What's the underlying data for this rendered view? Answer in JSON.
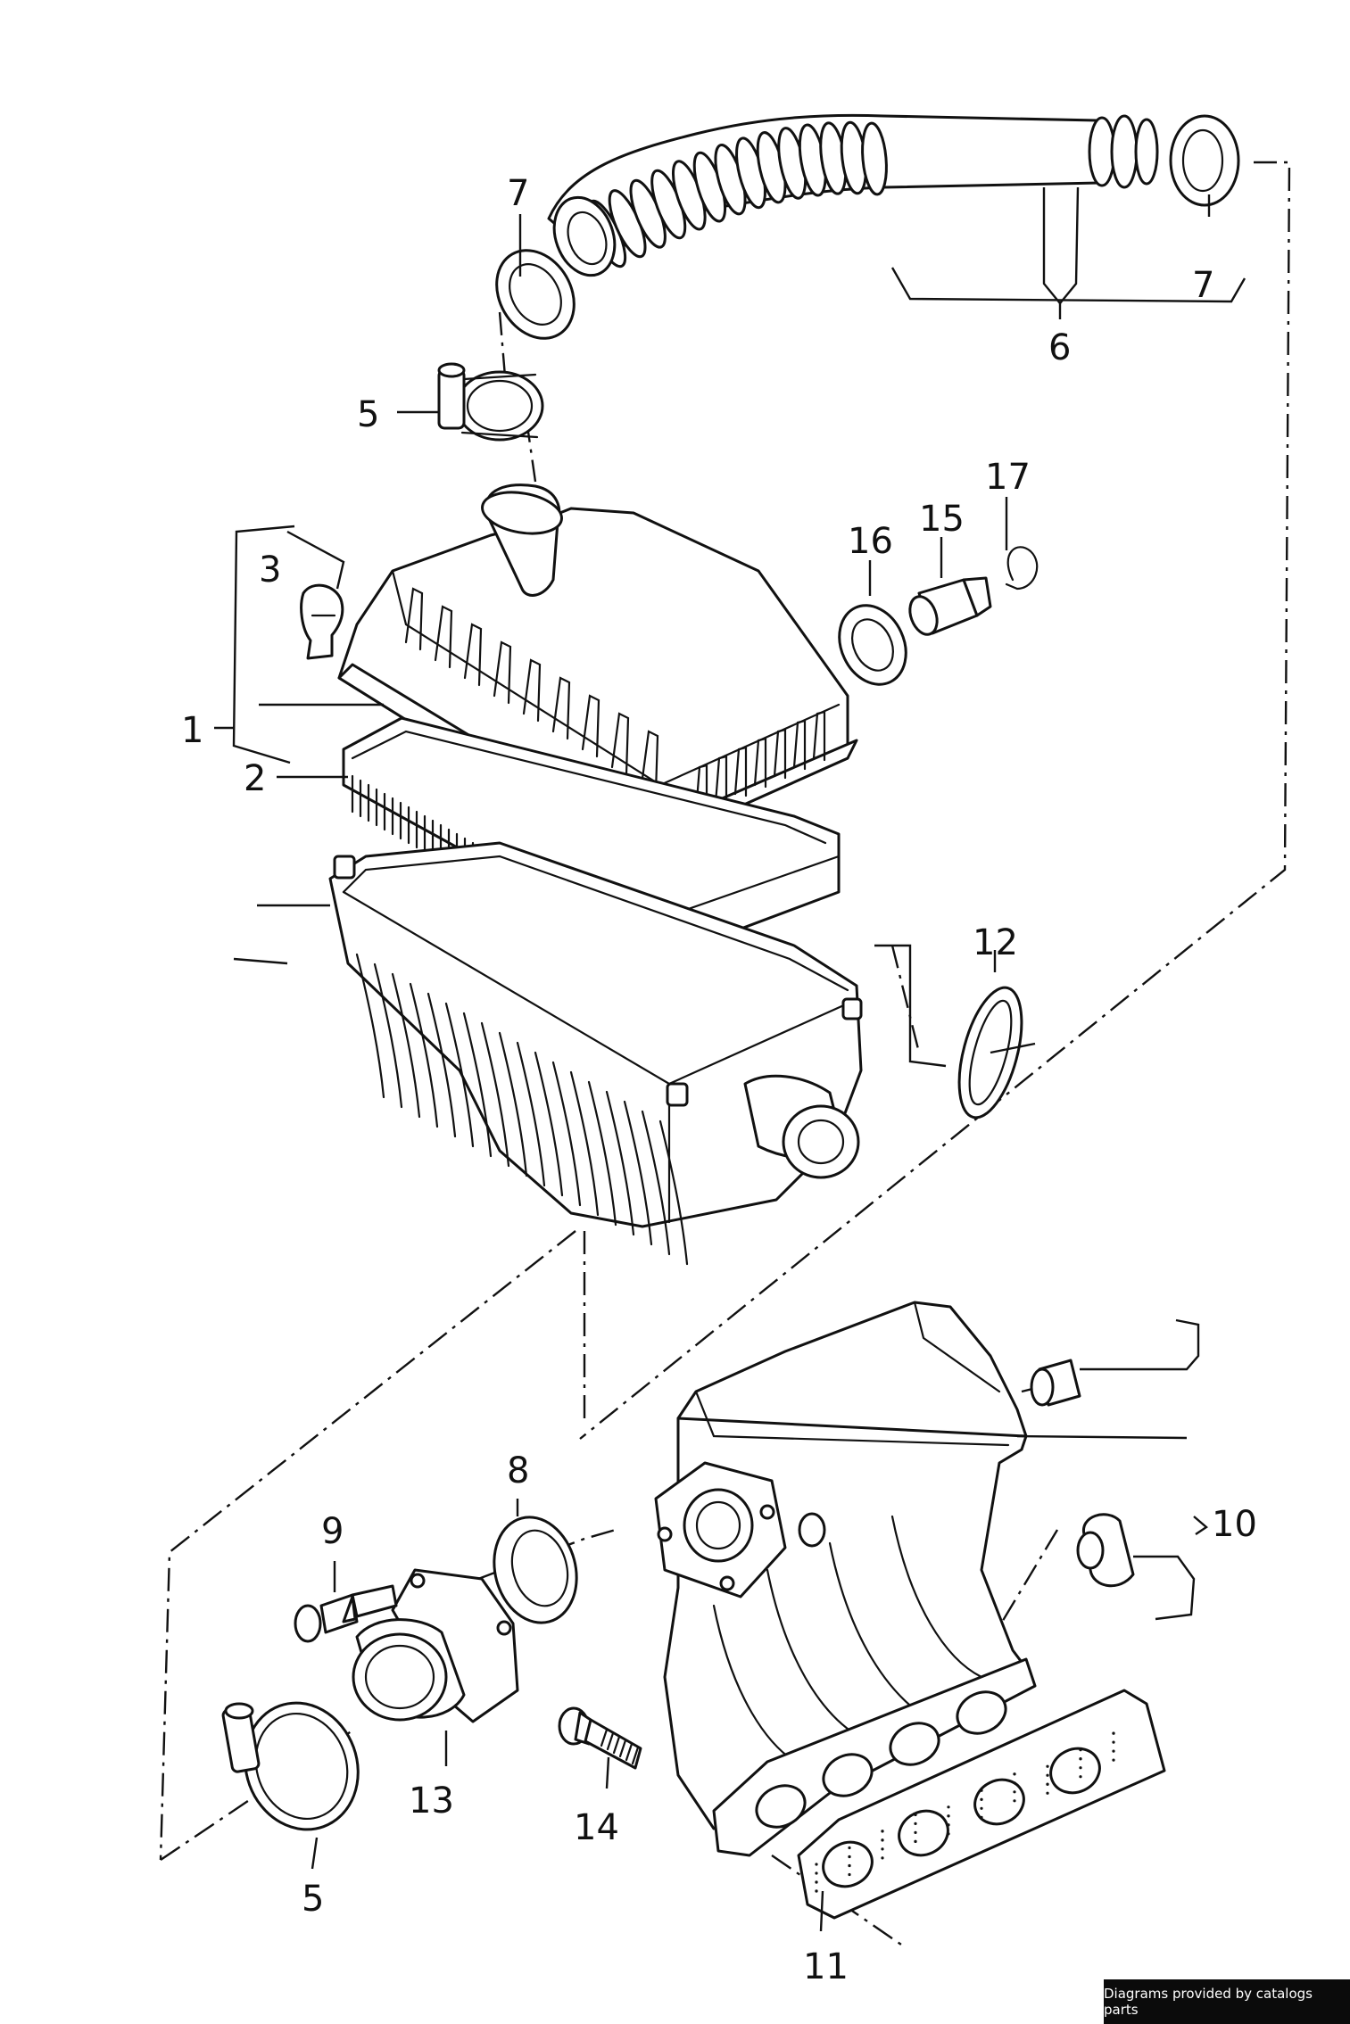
{
  "callouts": {
    "c1": "1",
    "c2": "2",
    "c3": "3",
    "c5a": "5",
    "c5b": "5",
    "c6": "6",
    "c7a": "7",
    "c7b": "7",
    "c8": "8",
    "c9": "9",
    "c10": "10",
    "c11": "11",
    "c12": "12",
    "c13": "13",
    "c14": "14",
    "c15": "15",
    "c16": "16",
    "c17": "17"
  },
  "credit": "Diagrams provided by catalogs parts"
}
